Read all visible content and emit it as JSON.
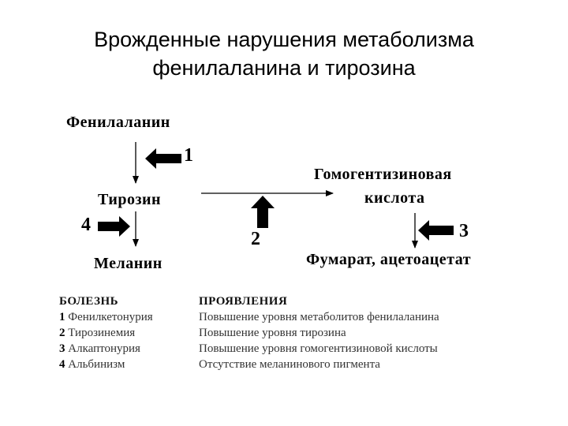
{
  "title_line1": "Врожденные нарушения метаболизма",
  "title_line2": "фенилаланина и тирозина",
  "nodes": {
    "phenylalanine": "Фенилаланин",
    "tyrosine": "Тирозин",
    "melanin": "Меланин",
    "homogentisic_line1": "Гомогентизиновая",
    "homogentisic_line2": "кислота",
    "fumarate": "Фумарат,  ацетоацетат"
  },
  "blocks": [
    "1",
    "2",
    "3",
    "4"
  ],
  "table": {
    "header_disease": "БОЛЕЗНЬ",
    "header_manifestation": "ПРОЯВЛЕНИЯ",
    "rows": [
      {
        "num": "1",
        "disease": "Фенилкетонурия",
        "manifestation": "Повышение уровня метаболитов фенилаланина"
      },
      {
        "num": "2",
        "disease": "Тирозинемия",
        "manifestation": "Повышение уровня тирозина"
      },
      {
        "num": "3",
        "disease": "Алкаптонурия",
        "manifestation": "Повышение уровня гомогентизиновой кислоты"
      },
      {
        "num": "4",
        "disease": "Альбинизм",
        "manifestation": "Отсутствие меланинового пигмента"
      }
    ]
  }
}
